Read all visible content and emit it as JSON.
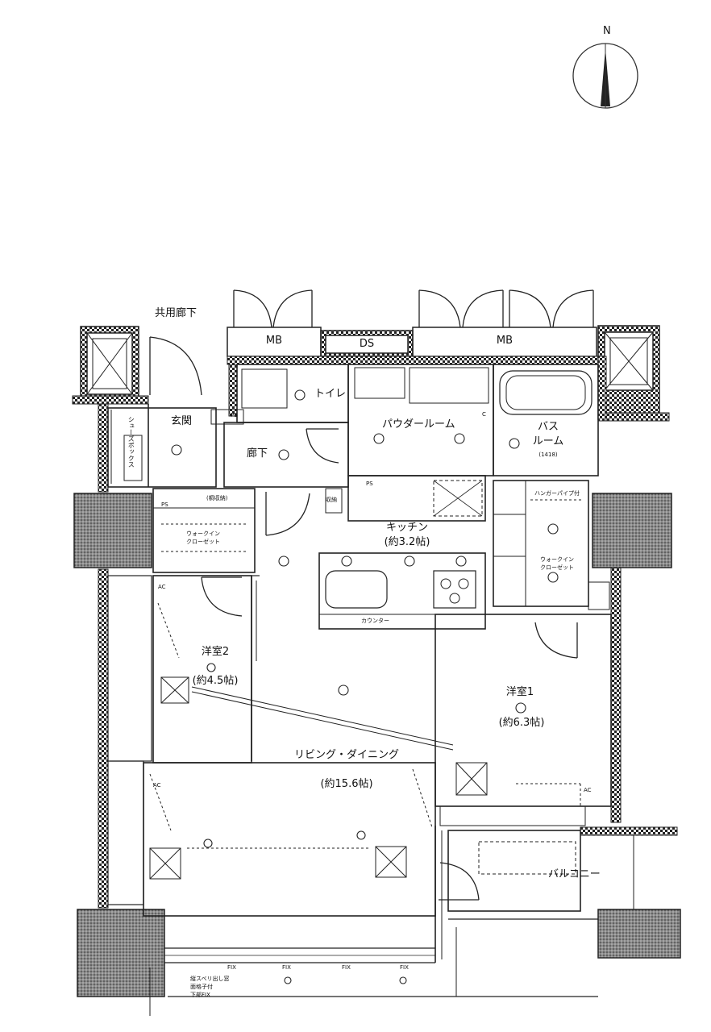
{
  "compass": {
    "north_label": "N"
  },
  "corridor": "共用廊下",
  "shafts": {
    "mb_left": "MB",
    "ds": "DS",
    "mb_right": "MB"
  },
  "rooms": {
    "entrance": "玄関",
    "hallway": "廊下",
    "toilet": "トイレ",
    "powder_room": "パウダールーム",
    "bathroom_line1": "バス",
    "bathroom_line2": "ルーム",
    "bathroom_size": "(1418)",
    "kitchen": "キッチン",
    "kitchen_size": "(約3.2帖)",
    "western2": "洋室2",
    "western2_size": "(約4.5帖)",
    "western1": "洋室1",
    "western1_size": "(約6.3帖)",
    "living": "リビング・ダイニング",
    "living_size": "(約15.6帖)",
    "balcony": "バルコニー"
  },
  "fixtures": {
    "shoe_closet": "シューズボックス",
    "ps1": "PS",
    "ps2": "PS",
    "ps3": "PS",
    "storage": "収納",
    "closet_label": "(桐収納)",
    "walkin_left_1": "ウォークイン",
    "walkin_left_2": "クローゼット",
    "walkin_right_1": "ウォークイン",
    "walkin_right_2": "クローゼット",
    "hanger_pipe": "ハンガーパイプ付",
    "counter": "カウンター",
    "ac1": "AC",
    "ac2": "AC",
    "ac3": "AC",
    "c": "C",
    "fix1": "FIX",
    "fix2": "FIX",
    "fix3": "FIX",
    "fix4": "FIX",
    "sash_note1": "縦スベリ出し窓",
    "sash_note2": "面格子付",
    "sash_note3": "下部FIX"
  }
}
